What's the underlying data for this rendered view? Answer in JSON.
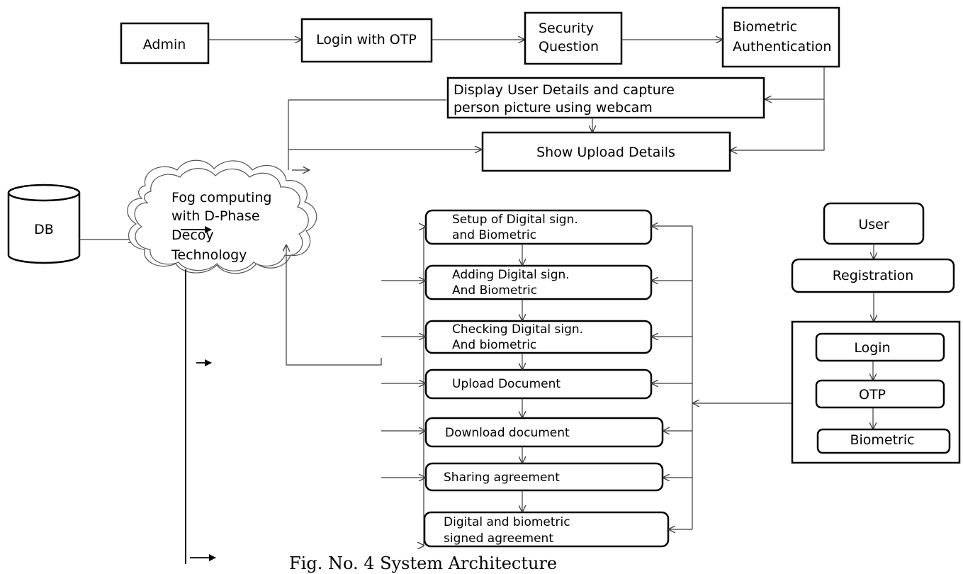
{
  "nodes": {
    "admin": "Admin",
    "login_otp": "Login with OTP",
    "security_question": [
      "Security",
      "Question"
    ],
    "biometric_auth": [
      "Biometric",
      "Authentication"
    ],
    "display_user": [
      "Display User Details and capture",
      "person picture using webcam"
    ],
    "show_upload": "Show Upload Details",
    "db": "DB",
    "fog": [
      "Fog computing",
      "with D-Phase",
      "Decoy",
      "Technology"
    ],
    "setup": [
      "Setup of Digital sign.",
      "and Biometric"
    ],
    "adding": [
      "Adding Digital sign.",
      "And Biometric"
    ],
    "checking": [
      "Checking Digital sign.",
      "And biometric"
    ],
    "upload_doc": "Upload Document",
    "download_doc": "Download document",
    "sharing": "Sharing agreement",
    "signed": [
      "Digital and biometric",
      "signed agreement"
    ],
    "user": "User",
    "registration": "Registration",
    "login": "Login",
    "otp": "OTP",
    "biometric": "Biometric"
  },
  "caption": "Fig. No. 4 System Architecture"
}
